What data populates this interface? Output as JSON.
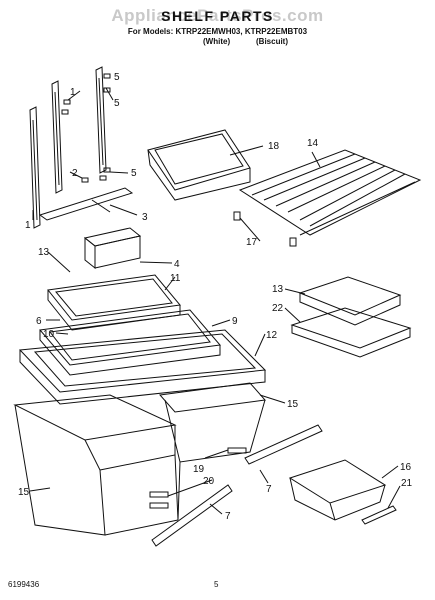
{
  "header": {
    "watermark": "AppliancePartsPros.com",
    "title": "SHELF PARTS",
    "models_line": "For Models: KTRP22EMWH03, KTRP22EMBT03",
    "variant_white": "(White)",
    "variant_biscuit": "(Biscuit)"
  },
  "callouts": [
    "1",
    "1",
    "5",
    "5",
    "2",
    "5",
    "3",
    "18",
    "14",
    "17",
    "13",
    "4",
    "11",
    "6",
    "10",
    "9",
    "12",
    "13",
    "22",
    "15",
    "19",
    "20",
    "7",
    "15",
    "7",
    "16",
    "21"
  ],
  "footer": {
    "doc_number": "6199436",
    "page_number": "5"
  }
}
